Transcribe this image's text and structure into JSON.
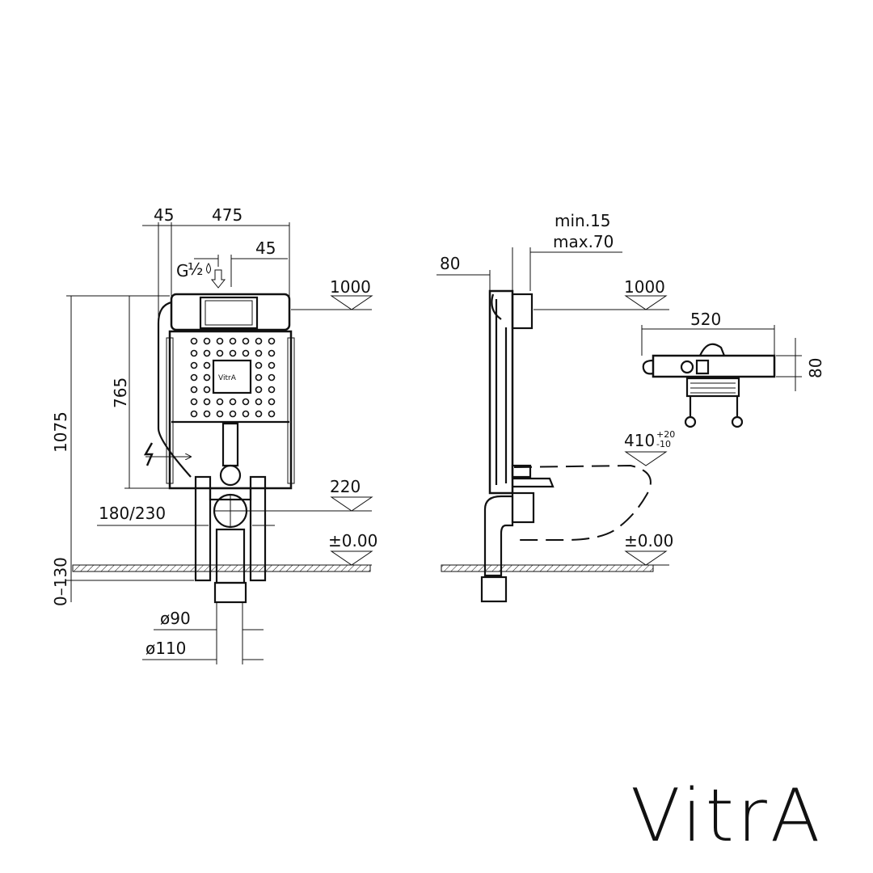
{
  "brand": {
    "logo_text": "VitrA",
    "panel_logo_text": "VitrA"
  },
  "front_view": {
    "dim_offset": "45",
    "dim_width": "475",
    "dim_right": "45",
    "water_inlet": "G",
    "water_inlet_fraction": "½",
    "dim_total_height": "1075",
    "dim_frame_height": "765",
    "dim_drain_offset": "180/230",
    "dim_floor_adjust": "0–130",
    "dim_pipe_90": "ø90",
    "dim_pipe_110": "ø110",
    "level_1000": "1000",
    "level_220": "220",
    "level_zero": "±0.00"
  },
  "side_view": {
    "dim_depth": "80",
    "dim_min": "min.15",
    "dim_max": "max.70",
    "level_1000": "1000",
    "level_410": "410",
    "level_410_tol_plus": "+20",
    "level_410_tol_minus": "-10",
    "level_zero": "±0.00"
  },
  "top_view": {
    "dim_width": "520",
    "dim_depth": "80"
  }
}
